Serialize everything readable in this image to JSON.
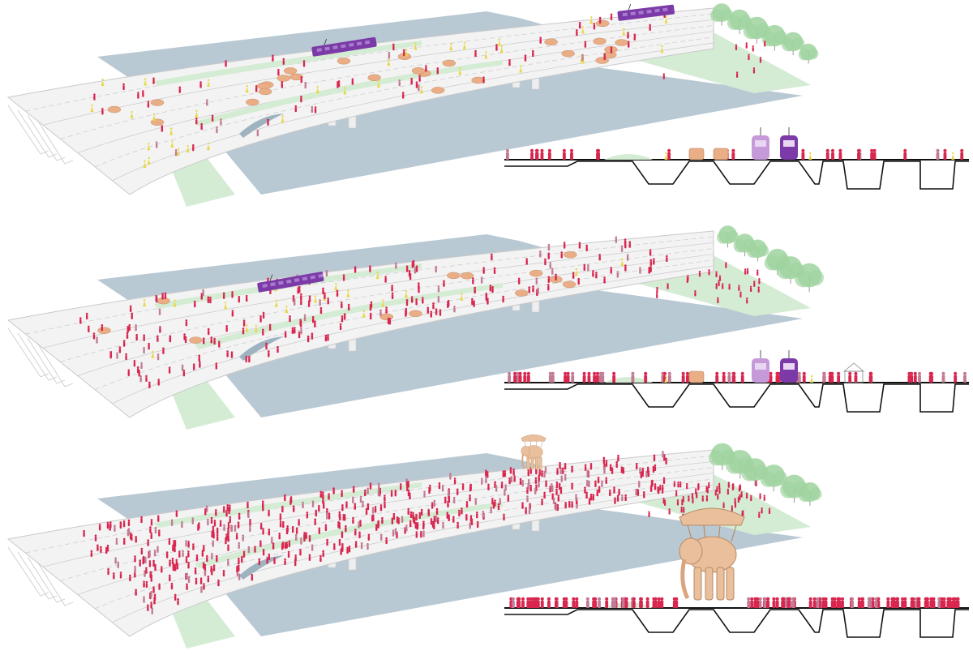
{
  "figure": {
    "panels": [
      {
        "id": "scenario-1",
        "tram_count_plan": 2,
        "tram_count_section": 2,
        "car_count_section": 2,
        "has_pavilion": false,
        "has_elephant": false
      },
      {
        "id": "scenario-2",
        "tram_count_plan": 1,
        "tram_count_section": 2,
        "car_count_section": 1,
        "has_pavilion": true,
        "has_elephant": false
      },
      {
        "id": "scenario-3",
        "tram_count_plan": 0,
        "tram_count_section": 0,
        "car_count_section": 0,
        "has_pavilion": false,
        "has_elephant": true
      }
    ],
    "colors": {
      "background": "#ffffff",
      "water": "#b9c9d4",
      "grass": "#d4ecd4",
      "trees": "#9fd39f",
      "deck": "#f3f3f3",
      "lines": "#c9c9c9",
      "pedestrian": "#d8264f",
      "pedestrian_light": "#c27b94",
      "cyclist": "#e8d84a",
      "car": "#e9ae86",
      "tram": "#7b3aa8",
      "elephant": "#e9bf9c",
      "section_line": "#111111"
    },
    "icons": {
      "pedestrian": "person-figure-icon",
      "cyclist": "bicycle-icon",
      "car": "car-icon",
      "tram": "tram-icon",
      "tree": "tree-icon",
      "elephant": "mechanical-elephant-icon",
      "pavilion": "pavilion-tent-icon"
    }
  }
}
